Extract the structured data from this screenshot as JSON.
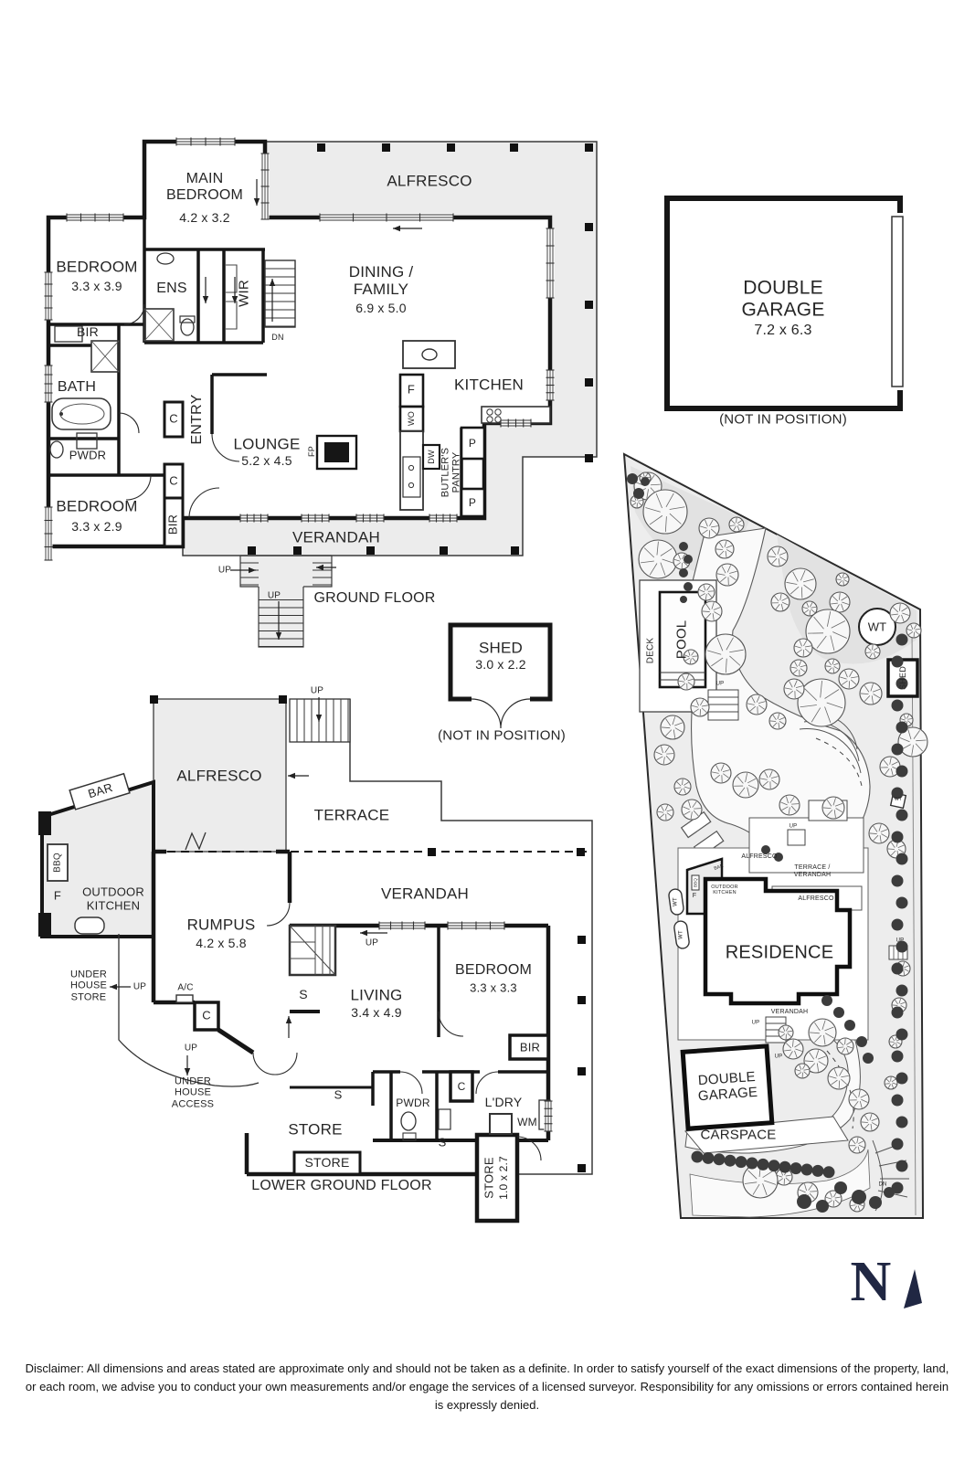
{
  "gf": {
    "title": "GROUND FLOOR",
    "main_bedroom": "MAIN\nBEDROOM",
    "main_bedroom_dims": "4.2 x 3.2",
    "alfresco": "ALFRESCO",
    "bedroom1": "BEDROOM",
    "bedroom1_dims": "3.3 x 3.9",
    "ens": "ENS",
    "wir": "WIR",
    "dining": "DINING /\nFAMILY",
    "dining_dims": "6.9 x 5.0",
    "bir1": "BIR",
    "bath": "BATH",
    "pwdr": "PWDR",
    "entry": "ENTRY",
    "c1": "C",
    "c2": "C",
    "bir2": "BIR",
    "bedroom2": "BEDROOM",
    "bedroom2_dims": "3.3 x 2.9",
    "lounge": "LOUNGE",
    "lounge_dims": "5.2 x 4.5",
    "fp": "FP",
    "fridge": "F",
    "wo": "WO",
    "dw": "DW",
    "butlers": "BUTLER'S\nPANTRY",
    "p1": "P",
    "p2": "P",
    "kitchen": "KITCHEN",
    "verandah": "VERANDAH",
    "dn": "DN",
    "up1": "UP",
    "up2": "UP"
  },
  "garage": {
    "name": "DOUBLE\nGARAGE",
    "dims": "7.2 x 6.3",
    "note": "(NOT IN POSITION)"
  },
  "shed": {
    "name": "SHED",
    "dims": "3.0 x 2.2",
    "note": "(NOT IN POSITION)"
  },
  "lgf": {
    "title": "LOWER GROUND FLOOR",
    "up_top": "UP",
    "alfresco": "ALFRESCO",
    "terrace": "TERRACE",
    "bar": "BAR",
    "bbq": "BBQ",
    "fridge": "F",
    "outdoor_kitchen": "OUTDOOR\nKITCHEN",
    "rumpus": "RUMPUS",
    "rumpus_dims": "4.2 x 5.8",
    "verandah": "VERANDAH",
    "up_stair": "UP",
    "s1": "S",
    "living": "LIVING",
    "living_dims": "3.4 x 4.9",
    "bedroom": "BEDROOM",
    "bedroom_dims": "3.3 x 3.3",
    "bir": "BIR",
    "c1": "C",
    "c2": "C",
    "ac": "A/C",
    "pwdr": "PWDR",
    "ldry": "L'DRY",
    "wm": "WM",
    "s2": "S",
    "s3": "S",
    "store": "STORE",
    "store_boxed": "STORE",
    "store2": "STORE",
    "store2_dims": "1.0 x 2.7",
    "under_house_store": "UNDER\nHOUSE\nSTORE",
    "up_uhs": "UP",
    "under_house_access": "UNDER\nHOUSE\nACCESS",
    "up_uha": "UP"
  },
  "site": {
    "deck": "DECK",
    "pool": "POOL",
    "wt": "WT",
    "shed": "SHED",
    "wt_small": "WT",
    "wt_p1": "WT",
    "wt_p2": "WT",
    "alfresco1": "ALFRESCO",
    "terrace_verandah": "TERRACE /\nVERANDAH",
    "bar": "BAR",
    "bbq": "BBQ",
    "f": "F",
    "outdoor_kitchen": "OUTDOOR\nKITCHEN",
    "alfresco2": "ALFRESCO",
    "residence": "RESIDENCE",
    "verandah": "VERANDAH",
    "garage": "DOUBLE\nGARAGE",
    "carspace": "CARSPACE",
    "up1": "UP",
    "up2": "UP",
    "up3": "UP",
    "up4": "UP",
    "up5": "UP",
    "dn": "DN"
  },
  "compass": {
    "n": "N"
  },
  "disclaimer": "Disclaimer: All dimensions and areas stated are approximate only and should not be taken as a definite. In order to satisfy yourself of the exact dimensions of the property, land, or each room, we advise you to conduct your own measurements and/or engage the services of a licensed surveyor. Responsibility for any omissions or errors contained herein is expressly denied.",
  "colors": {
    "wall": "#161616",
    "shade": "#ececec",
    "north": "#202743"
  }
}
